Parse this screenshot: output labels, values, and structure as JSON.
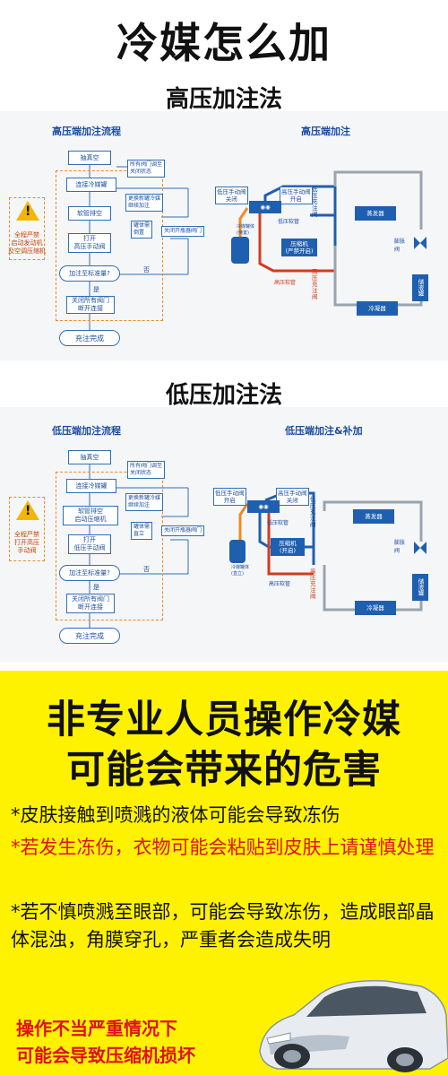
{
  "title": "冷媒怎么加",
  "high": {
    "section_title": "高压加注法",
    "flow_title": "高压端加注流程",
    "diagram_title": "高压端加注",
    "steps": [
      "抽真空",
      "连接冷媒罐",
      "软管排空",
      "打开\n高压手动阀",
      "加注至标准量?",
      "关闭所有阀门\n断开连接",
      "充注完成"
    ],
    "notes": [
      "所有阀门调至\n关闭状态",
      "更换新罐冷媒\n继续加注",
      "罐体需\n倒置",
      "关闭开瓶器阀门"
    ],
    "yes": "是",
    "no": "否",
    "warning": "全程严禁\n启动发动机\n及空调压缩机",
    "schematic": {
      "low_valve": "低压手动阀\n关闭",
      "high_valve": "高压手动阀\n开启",
      "tank": "冷媒罐体\n(倒置)",
      "low_hose": "低压软管",
      "high_hose": "高压软管",
      "compressor": "压缩机\n(严禁开启)",
      "low_port": "低压充注阀",
      "high_port": "高压充注阀",
      "evaporator": "蒸发器",
      "expansion": "膨胀阀",
      "receiver": "储液罐",
      "condenser": "冷凝器"
    }
  },
  "low": {
    "section_title": "低压加注法",
    "flow_title": "低压端加注流程",
    "diagram_title": "低压端加注&补加",
    "steps": [
      "抽真空",
      "连接冷媒罐",
      "软管排空\n启动压缩机",
      "打开\n低压手动阀",
      "加注至标准量?",
      "关闭所有阀门\n断开连接",
      "充注完成"
    ],
    "notes": [
      "所有阀门调至\n关闭状态",
      "更换新罐冷媒\n继续加注",
      "罐体需\n直立",
      "关闭开瓶器阀门"
    ],
    "yes": "是",
    "no": "否",
    "warning": "全程严禁\n打开高压\n手动阀",
    "schematic": {
      "low_valve": "低压手动阀\n开启",
      "high_valve": "高压手动阀\n关闭",
      "tank": "冷媒罐体\n(直立)",
      "low_hose": "低压软管",
      "high_hose": "高压软管",
      "compressor": "压缩机\n(开启)",
      "low_port": "低压充注阀",
      "high_port": "高压充注阀",
      "evaporator": "蒸发器",
      "expansion": "膨胀阀",
      "receiver": "储液罐",
      "condenser": "冷凝器"
    }
  },
  "hazard": {
    "headline_1": "非专业人员操作冷媒",
    "headline_2": "可能会带来的危害",
    "p1": "*皮肤接触到喷溅的液体可能会导致冻伤",
    "p2": "*若发生冻伤，衣物可能会粘贴到皮肤上请谨慎处理",
    "p3": "*若不慎喷溅至眼部，可能会导致冻伤，造成眼部晶体混浊，角膜穿孔，严重者会造成失明",
    "d1": "操作不当严重情况下",
    "d2": "可能会导致压缩机损坏"
  },
  "colors": {
    "accent_blue": "#1d4e9e",
    "warning_yellow": "#fff200",
    "alert_red": "#e0101a",
    "hose_red": "#d23c1e"
  }
}
